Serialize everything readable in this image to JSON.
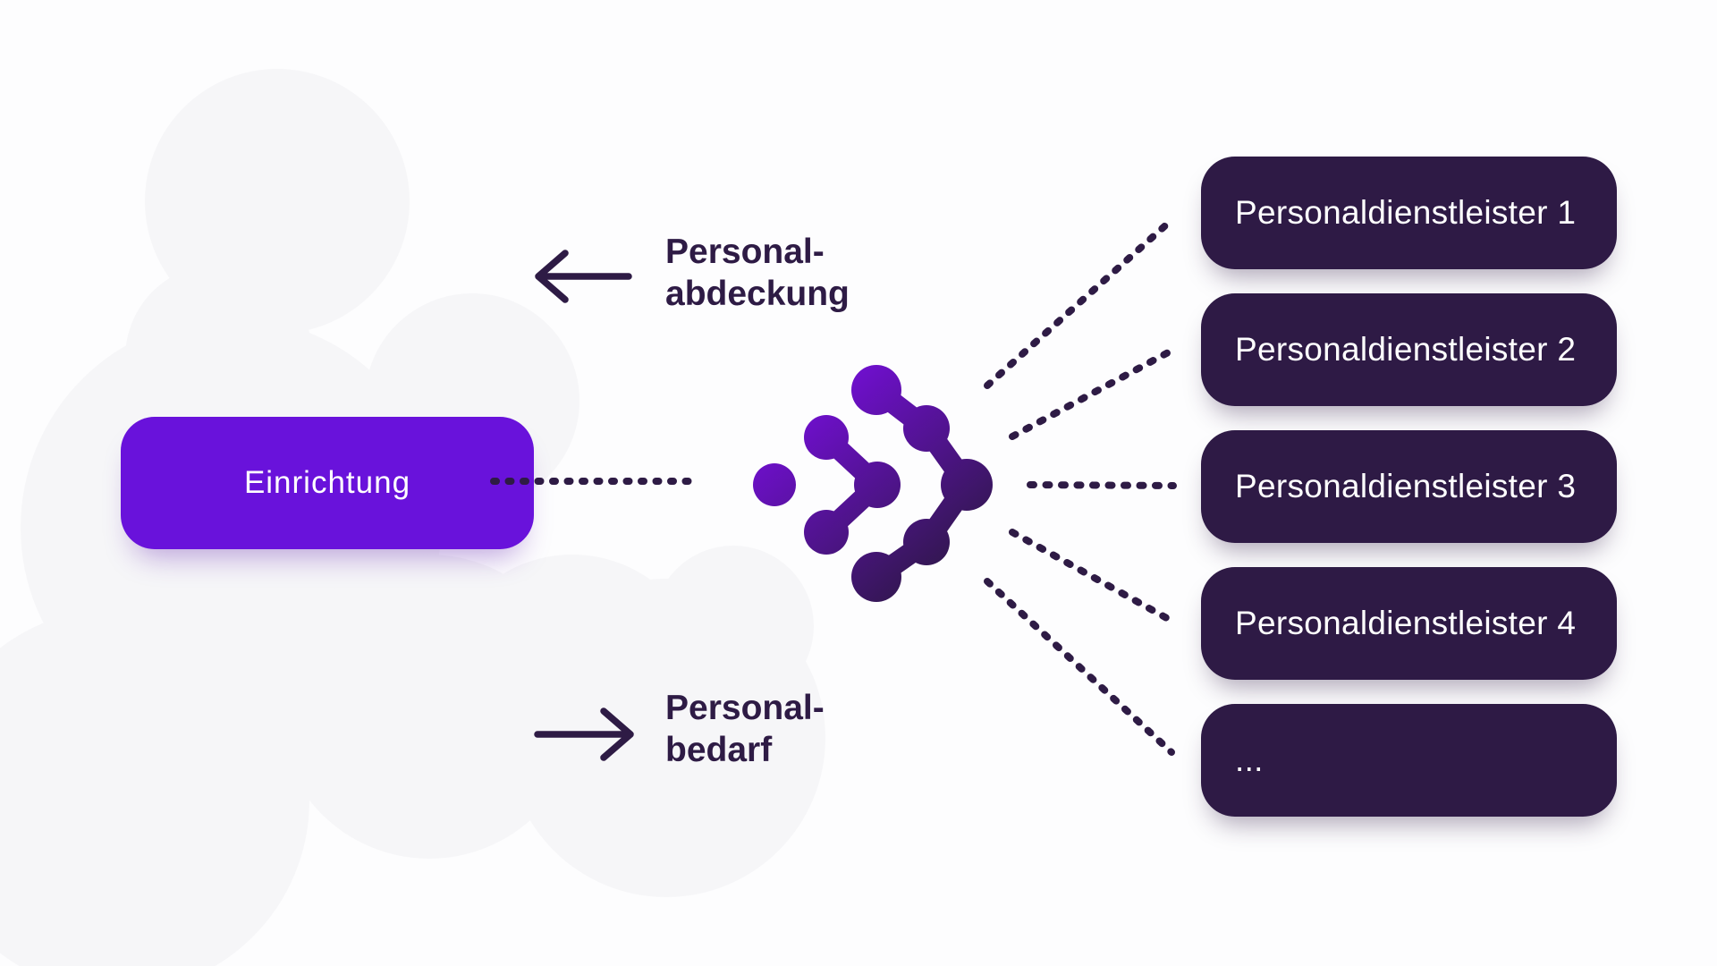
{
  "colors": {
    "bg": "#fdfdfe",
    "blob": "#f6f6f8",
    "ink": "#2e1b45",
    "accent": "#6912db",
    "provider_bg": "#2e1a45",
    "logo_from": "#7a0ee4",
    "logo_to": "#2c1843"
  },
  "facility": {
    "label": "Einrichtung"
  },
  "flows": {
    "coverage": {
      "line1": "Personal-",
      "line2": "abdeckung",
      "arrow_direction": "left"
    },
    "demand": {
      "line1": "Personal-",
      "line2": "bedarf",
      "arrow_direction": "right"
    }
  },
  "hub": {
    "icon": "zusammen-dots-chevron-mark"
  },
  "providers": {
    "items": [
      {
        "label": "Personaldienstleister 1"
      },
      {
        "label": "Personaldienstleister 2"
      },
      {
        "label": "Personaldienstleister 3"
      },
      {
        "label": "Personaldienstleister 4"
      },
      {
        "label": "..."
      }
    ]
  }
}
